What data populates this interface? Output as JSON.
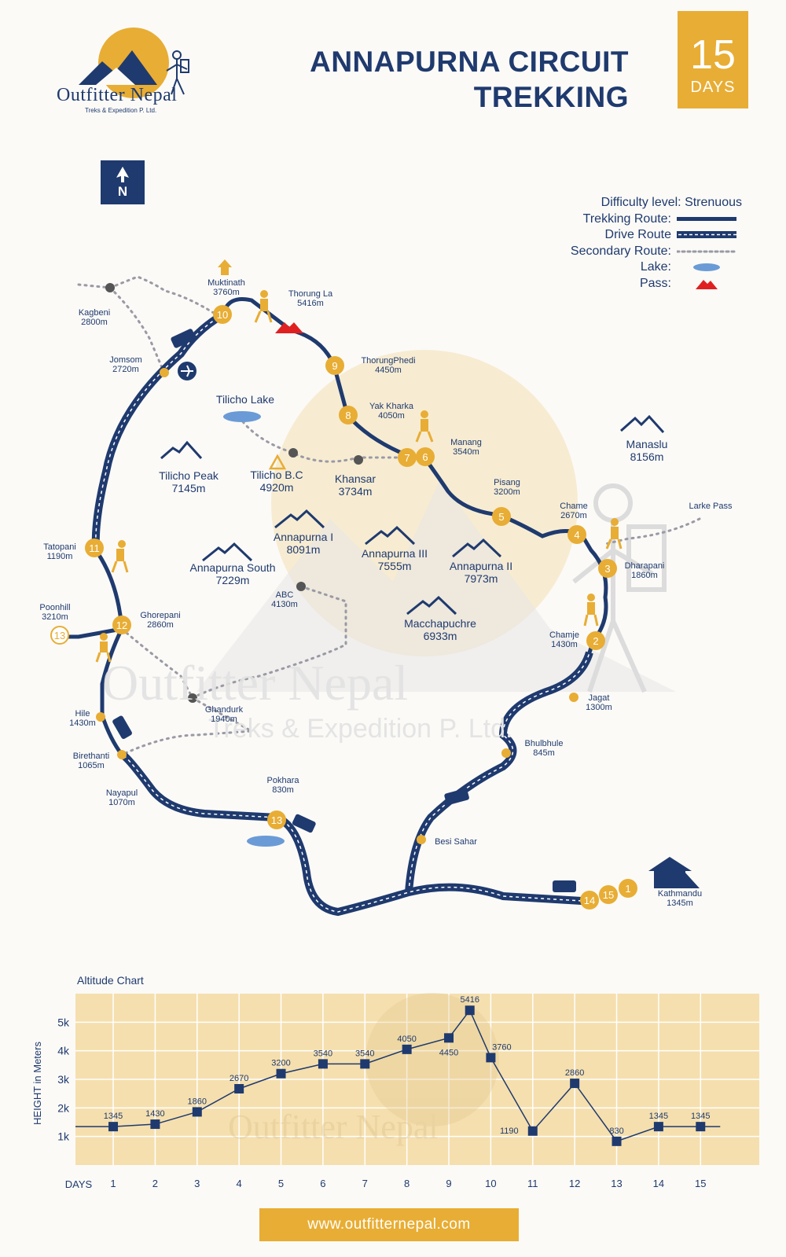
{
  "header": {
    "brand_name": "Outfitter Nepal",
    "brand_sub": "Treks & Expedition P. Ltd.",
    "title_line1": "ANNAPURNA CIRCUIT",
    "title_line2": "TREKKING",
    "days_number": "15",
    "days_label": "DAYS",
    "north_label": "N"
  },
  "legend": {
    "difficulty": "Difficulty level: Strenuous",
    "trekking_route": "Trekking Route:",
    "drive_route": "Drive Route",
    "secondary_route": "Secondary Route:",
    "lake": "Lake:",
    "pass": "Pass:"
  },
  "places": [
    {
      "name": "Muktinath",
      "alt": "3760m"
    },
    {
      "name": "Thorung La",
      "alt": "5416m"
    },
    {
      "name": "Kagbeni",
      "alt": "2800m"
    },
    {
      "name": "Jomsom",
      "alt": "2720m"
    },
    {
      "name": "ThorungPhedi",
      "alt": "4450m"
    },
    {
      "name": "Yak Kharka",
      "alt": "4050m"
    },
    {
      "name": "Manang",
      "alt": "3540m"
    },
    {
      "name": "Pisang",
      "alt": "3200m"
    },
    {
      "name": "Chame",
      "alt": "2670m"
    },
    {
      "name": "Larke Pass",
      "alt": ""
    },
    {
      "name": "Dharapani",
      "alt": "1860m"
    },
    {
      "name": "Chamje",
      "alt": "1430m"
    },
    {
      "name": "Jagat",
      "alt": "1300m"
    },
    {
      "name": "Bhulbhule",
      "alt": "845m"
    },
    {
      "name": "Besi Sahar",
      "alt": ""
    },
    {
      "name": "Kathmandu",
      "alt": "1345m"
    },
    {
      "name": "Pokhara",
      "alt": "830m"
    },
    {
      "name": "Nayapul",
      "alt": "1070m"
    },
    {
      "name": "Birethanti",
      "alt": "1065m"
    },
    {
      "name": "Hile",
      "alt": "1430m"
    },
    {
      "name": "Ghandurk",
      "alt": "1940m"
    },
    {
      "name": "Ghorepani",
      "alt": "2860m"
    },
    {
      "name": "Poonhill",
      "alt": "3210m"
    },
    {
      "name": "Tatopani",
      "alt": "1190m"
    },
    {
      "name": "ABC",
      "alt": "4130m"
    }
  ],
  "big_labels": [
    {
      "name": "Tilicho Lake",
      "alt": ""
    },
    {
      "name": "Tilicho Peak",
      "alt": "7145m"
    },
    {
      "name": "Tilicho B.C",
      "alt": "4920m"
    },
    {
      "name": "Khansar",
      "alt": "3734m"
    },
    {
      "name": "Manaslu",
      "alt": "8156m"
    },
    {
      "name": "Annapurna I",
      "alt": "8091m"
    },
    {
      "name": "Annapurna III",
      "alt": "7555m"
    },
    {
      "name": "Annapurna II",
      "alt": "7973m"
    },
    {
      "name": "Annapurna South",
      "alt": "7229m"
    },
    {
      "name": "Macchapuchre",
      "alt": "6933m"
    }
  ],
  "day_markers": [
    "10",
    "9",
    "8",
    "7",
    "6",
    "5",
    "4",
    "3",
    "2",
    "1",
    "15",
    "14",
    "13",
    "12",
    "11",
    "13"
  ],
  "watermark": {
    "brand": "Outfitter Nepal",
    "sub": "Treks & Expedition P. Ltd."
  },
  "chart_data": {
    "type": "line",
    "title": "Altitude Chart",
    "xlabel": "DAYS",
    "ylabel": "HEIGHT in Meters",
    "yticks": [
      "1k",
      "2k",
      "3k",
      "4k",
      "5k"
    ],
    "ylim": [
      0,
      6000
    ],
    "xlim": [
      0.1,
      16.4
    ],
    "x": [
      1,
      2,
      3,
      4,
      5,
      6,
      7,
      8,
      9,
      9.5,
      10,
      11,
      12,
      13,
      14,
      15
    ],
    "x_tick_labels": [
      "1",
      "2",
      "3",
      "4",
      "5",
      "6",
      "7",
      "8",
      "9",
      "10",
      "11",
      "12",
      "13",
      "14",
      "15"
    ],
    "values": [
      1345,
      1430,
      1860,
      2670,
      3200,
      3540,
      3540,
      4050,
      4450,
      5416,
      3760,
      1190,
      2860,
      830,
      1345,
      1345
    ],
    "labels": [
      "1345",
      "1430",
      "1860",
      "2670",
      "3200",
      "3540",
      "3540",
      "4050",
      "4450",
      "5416",
      "3760",
      "1190",
      "2860",
      "830",
      "1345",
      "1345"
    ],
    "grid": true,
    "colors": {
      "line": "#1f3a6e",
      "background": "#f5dfae",
      "grid": "#ffffff"
    }
  },
  "footer": {
    "url": "www.outfitternepal.com"
  },
  "colors": {
    "navy": "#1f3a6e",
    "gold": "#e8ad34",
    "red": "#e02020",
    "lake": "#6b9bd6",
    "gray": "#9a9aa5"
  }
}
